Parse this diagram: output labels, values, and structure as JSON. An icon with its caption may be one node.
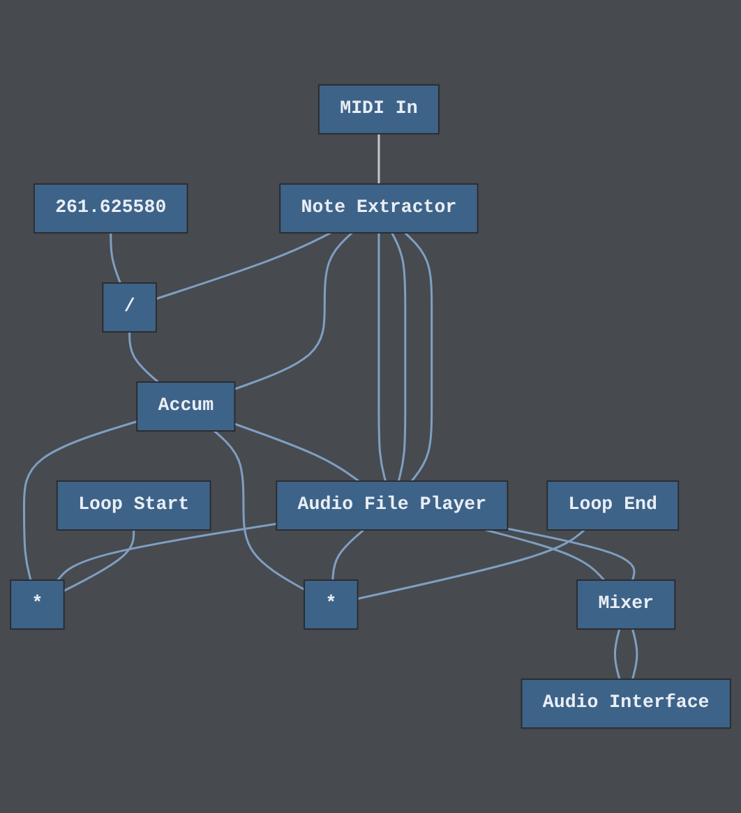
{
  "diagram": {
    "nodes": [
      {
        "text": [
          "MIDI In"
        ]
      },
      {
        "text": [
          "Note Extractor"
        ]
      },
      {
        "text": [
          "261.625580"
        ]
      },
      {
        "text": [
          "/"
        ]
      },
      {
        "text": [
          "Loop Start"
        ]
      },
      {
        "text": [
          "Accum"
        ]
      },
      {
        "text": [
          "*"
        ]
      },
      {
        "text": [
          "Loop End"
        ]
      },
      {
        "text": [
          "Audio File Player"
        ]
      },
      {
        "text": [
          "*"
        ]
      },
      {
        "text": [
          "Mixer"
        ]
      },
      {
        "text": [
          "Audio Interface"
        ]
      }
    ],
    "edges": [
      {
        "from": 0,
        "to": 1,
        "arrow": "none",
        "color": "#c4c8ce"
      },
      {
        "from": 1,
        "to": 3,
        "arrow": "none"
      },
      {
        "from": 1,
        "to": 5,
        "arrow": "none"
      },
      {
        "from": 1,
        "to": 8,
        "arrow": "none"
      },
      {
        "from": 1,
        "to": 8,
        "arrow": "none"
      },
      {
        "from": 1,
        "to": 8,
        "arrow": "none"
      },
      {
        "from": 2,
        "to": 3,
        "arrow": "none"
      },
      {
        "from": 3,
        "to": 5,
        "arrow": "none"
      },
      {
        "from": 5,
        "to": 8,
        "arrow": "none"
      },
      {
        "from": 4,
        "to": 6,
        "arrow": "none"
      },
      {
        "from": 8,
        "to": 6,
        "arrow": "none"
      },
      {
        "from": 6,
        "to": 5,
        "arrow": "none"
      },
      {
        "from": 7,
        "to": 9,
        "arrow": "none"
      },
      {
        "from": 8,
        "to": 9,
        "arrow": "none"
      },
      {
        "from": 9,
        "to": 5,
        "arrow": "none"
      },
      {
        "from": 8,
        "to": 10,
        "arrow": "none"
      },
      {
        "from": 8,
        "to": 10,
        "arrow": "none"
      },
      {
        "from": 10,
        "to": 11,
        "arrow": "none"
      },
      {
        "from": 10,
        "to": 11,
        "arrow": "none"
      }
    ]
  }
}
